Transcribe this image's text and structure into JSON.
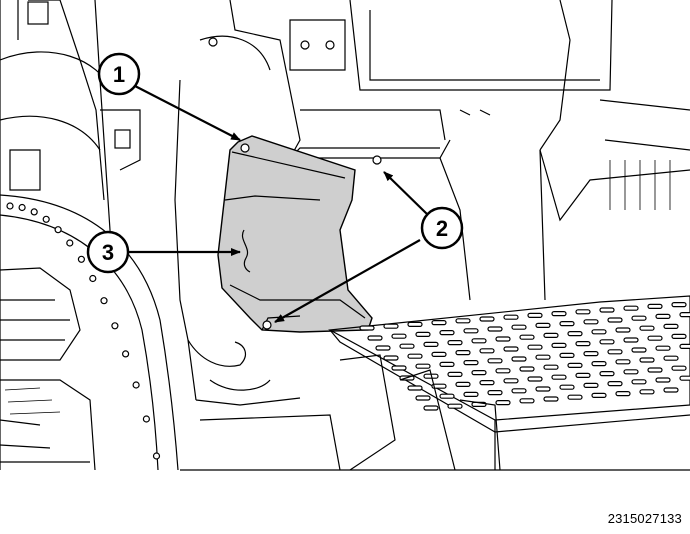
{
  "callouts": [
    {
      "label": "1"
    },
    {
      "label": "2"
    },
    {
      "label": "3"
    }
  ],
  "figure_id": "2315027133",
  "colors": {
    "background": "#ffffff",
    "line": "#000000",
    "highlighted_part": "#cfcfcf"
  }
}
